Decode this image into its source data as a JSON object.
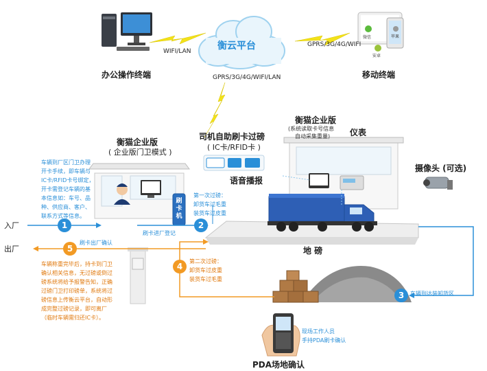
{
  "cloud": {
    "title": "衡云平台"
  },
  "links": {
    "office_link": "WIFI/LAN",
    "mobile_link": "GPRS/3G/4G/WIFI",
    "kiosk_link": "GPRS/3G/4G/WIFI/LAN"
  },
  "office": {
    "label": "办公操作终端"
  },
  "mobile": {
    "label": "移动终端",
    "apps": [
      "微信",
      "苹果",
      "安卓"
    ]
  },
  "guard": {
    "title": "衡猫企业版",
    "subtitle": "( 企业版门卫模式 )"
  },
  "kiosk": {
    "title": "司机自助刷卡过磅",
    "subtitle": "( IC卡/RFID卡 )",
    "voice": "语音播报",
    "reader": "刷卡机"
  },
  "weighroom": {
    "title": "衡猫企业版",
    "subtitle_lines": [
      "(系统读取卡号信息",
      "自动采集重量)"
    ],
    "meter": "仪表"
  },
  "camera": {
    "label": "摄像头 (可选)"
  },
  "scale": {
    "label": "地  磅"
  },
  "steps": {
    "step1": {
      "num": "1",
      "enter": "入厂",
      "note_lines": [
        "车辆到厂区门卫办理",
        "开卡手续，即车辆与",
        "IC卡/RFID卡号绑定，",
        "开卡需登记车辆的基",
        "本信息如：车号、品",
        "种、供应商、客户、",
        "联系方式等信息。"
      ]
    },
    "step2": {
      "num": "2",
      "label": "刷卡进厂登记",
      "first_weigh": [
        "第一次过磅：",
        "卸货车过毛重",
        "装货车过皮重"
      ]
    },
    "step3": {
      "num": "3",
      "label": "车辆到达装卸货区"
    },
    "step4": {
      "num": "4",
      "lines": [
        "第二次过磅：",
        "卸货车过皮重",
        "装货车过毛重"
      ]
    },
    "step5": {
      "num": "5",
      "exit": "出厂",
      "label": "刷卡出厂确认",
      "note_lines": [
        "车辆称重完毕后，持卡到门卫",
        "确认相关信息，无过磅或倒过",
        "磅系统将给予报警告知，正确",
        "过磅门卫打印磅单，系统将过",
        "磅信息上传衡云平台，自动形",
        "成完整过磅记录，即可离厂",
        "（临时车辆需归还IC卡）。"
      ]
    }
  },
  "pda": {
    "note_lines": [
      "现场工作人员",
      "手持PDA刷卡确认"
    ],
    "label": "PDA场地确认"
  },
  "colors": {
    "blue": "#2a8fd8",
    "orange": "#f29a24",
    "lightning": "#f3e21a"
  }
}
